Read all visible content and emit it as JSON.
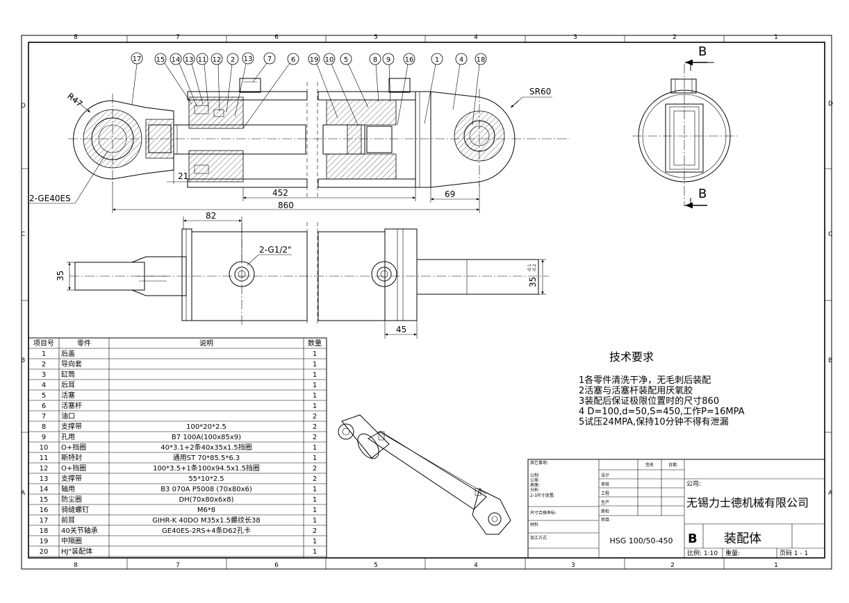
{
  "border": {
    "cols_top": [
      "8",
      "7",
      "6",
      "5",
      "4",
      "3",
      "2",
      "1"
    ],
    "cols_bottom": [
      "8",
      "7",
      "6",
      "5",
      "4",
      "3",
      "2",
      "1"
    ],
    "rows_left": [
      "D",
      "C",
      "B",
      "A"
    ],
    "rows_right": [
      "D",
      "C",
      "B",
      "A"
    ]
  },
  "section_view": {
    "balloons": [
      "17",
      "15",
      "14",
      "13",
      "11",
      "12",
      "2",
      "13",
      "7",
      "6",
      "19",
      "10",
      "5",
      "8",
      "9",
      "16",
      "1",
      "4",
      "18"
    ],
    "labels": {
      "r47": "R47",
      "sr60": "SR60",
      "bearing": "2-GE40ES"
    },
    "dims": {
      "d21": "21",
      "d452": "452",
      "d860": "860",
      "d69": "69"
    }
  },
  "end_view": {
    "cut_top": "B",
    "cut_bottom": "B"
  },
  "top_view": {
    "dims": {
      "d82": "82",
      "d35_left": "35",
      "d35_right": "35",
      "tol_upper": "-0.1",
      "tol_lower": "-0.2",
      "d45": "45"
    },
    "port_label": "2-G1/2\""
  },
  "bom": {
    "headers": [
      "项目号",
      "零件",
      "说明",
      "数量"
    ],
    "rows": [
      [
        "1",
        "后盖",
        "",
        "1"
      ],
      [
        "2",
        "导向套",
        "",
        "1"
      ],
      [
        "3",
        "缸筒",
        "",
        "1"
      ],
      [
        "4",
        "后耳",
        "",
        "1"
      ],
      [
        "5",
        "活塞",
        "",
        "1"
      ],
      [
        "6",
        "活塞杆",
        "",
        "1"
      ],
      [
        "7",
        "油口",
        "",
        "2"
      ],
      [
        "8",
        "支撑带",
        "100*20*2.5",
        "2"
      ],
      [
        "9",
        "孔用",
        "B7 100A(100x85x9)",
        "2"
      ],
      [
        "10",
        "O+挡圈",
        "40*3.1+2条40x35x1.5挡圈",
        "1"
      ],
      [
        "11",
        "斯特封",
        "通用ST 70*85.5*6.3",
        "1"
      ],
      [
        "12",
        "O+挡圈",
        "100*3.5+1条100x94.5x1.5挡圈",
        "2"
      ],
      [
        "13",
        "支撑带",
        "55*10*2.5",
        "2"
      ],
      [
        "14",
        "轴用",
        "B3 070A P5008 (70x80x6)",
        "1"
      ],
      [
        "15",
        "防尘圈",
        "DH(70x80x6x8)",
        "1"
      ],
      [
        "16",
        "骑缝螺钉",
        "M6*8",
        "1"
      ],
      [
        "17",
        "前耳",
        "GIHR-K 40DO M35x1.5螺纹长38",
        "1"
      ],
      [
        "18",
        "40关节轴承",
        "GE40ES-2RS+4条D62孔卡",
        "2"
      ],
      [
        "19",
        "中隔圈",
        "",
        "1"
      ],
      [
        "20",
        "HJ\"装配体",
        "",
        "1"
      ]
    ]
  },
  "tech": {
    "title": "技术要求",
    "lines": [
      "1各零件清洗干净，无毛刺后装配",
      "2活塞与活塞杆装配用厌氧胶",
      "3装配后保证极限位置时的尺寸860",
      "4 D=100,d=50,S=450,工作P=16MPA",
      "5试压24MPA,保持10分钟不得有泄漏"
    ]
  },
  "title_block": {
    "remarks_label": "其它事项:",
    "tolerance_lines": [
      "公制",
      "公差:",
      "表面:",
      "分析:",
      "2-3尺寸放置:"
    ],
    "size_tol_label": "尺寸合格率标:",
    "material_label": "材料",
    "process_label": "加工方式",
    "col_signature": "签名",
    "col_date": "日期",
    "roles": [
      "设计",
      "审核",
      "工程",
      "生产",
      "质检"
    ],
    "project_label": "项目:",
    "part_number": "HSG 100/50-450",
    "company_label": "公司:",
    "company_name": "无锡力士德机械有限公司",
    "size_letter": "B",
    "drawing_title": "装配体",
    "scale": "比例: 1:10",
    "weight": "重量:",
    "page": "页码 1 - 1"
  }
}
